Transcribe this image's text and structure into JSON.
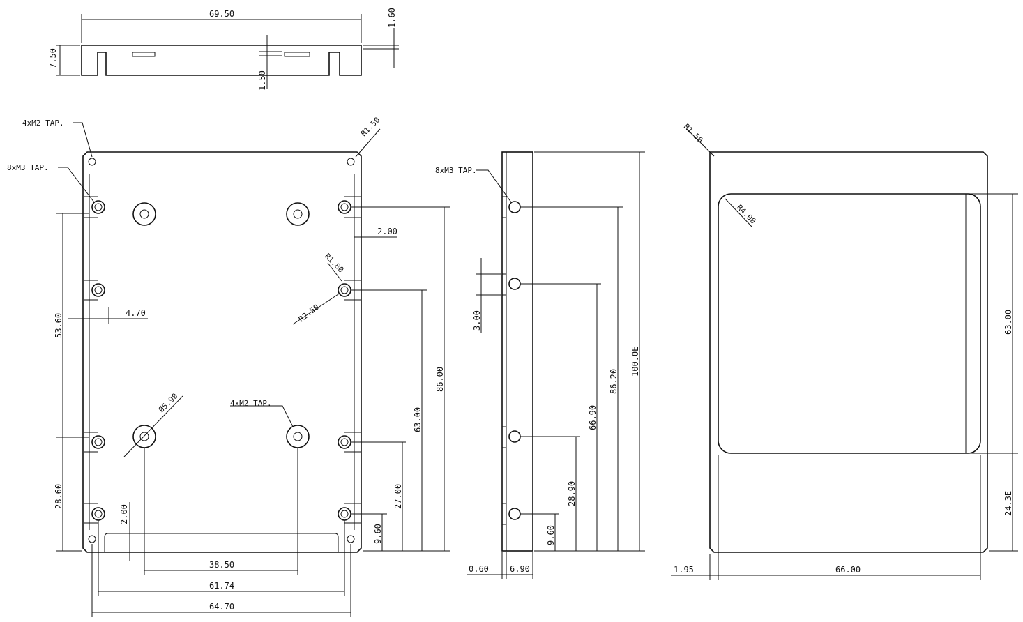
{
  "top_view": {
    "width": "69.50",
    "height": "7.50",
    "wall": "1.60",
    "depth": "1.50"
  },
  "front_view": {
    "m2_tap_top": "4xM2 TAP.",
    "m3_tap": "8xM3 TAP.",
    "corner_radius": "R1.50",
    "slot_width": "2.00",
    "slot_radius": "R1.80",
    "slot_r2": "R2.50",
    "slot_depth": "4.70",
    "span_upper": "53.60",
    "span_lower": "28.60",
    "offset_bottom": "2.00",
    "boss_dia": "Ø5.90",
    "m2_tap_bottom": "4xM2 TAP.",
    "h_86": "86.00",
    "h_63": "63.00",
    "h_27": "27.00",
    "h_9_60": "9.60",
    "w_38_50": "38.50",
    "w_61_74": "61.74",
    "w_64_70": "64.70"
  },
  "side_view": {
    "m3_tap": "8xM3 TAP.",
    "gap": "3.00",
    "h_100": "100.0E",
    "h_86_20": "86.20",
    "h_66_90": "66.90",
    "h_28_90": "28.90",
    "h_9_60": "9.60",
    "w_0_60": "0.60",
    "w_6_90": "6.90"
  },
  "back_view": {
    "corner_radius": "R1.50",
    "inner_radius": "R4.00",
    "h_63": "63.00",
    "h_24": "24.3E",
    "w_1_95": "1.95",
    "w_66": "66.00"
  }
}
